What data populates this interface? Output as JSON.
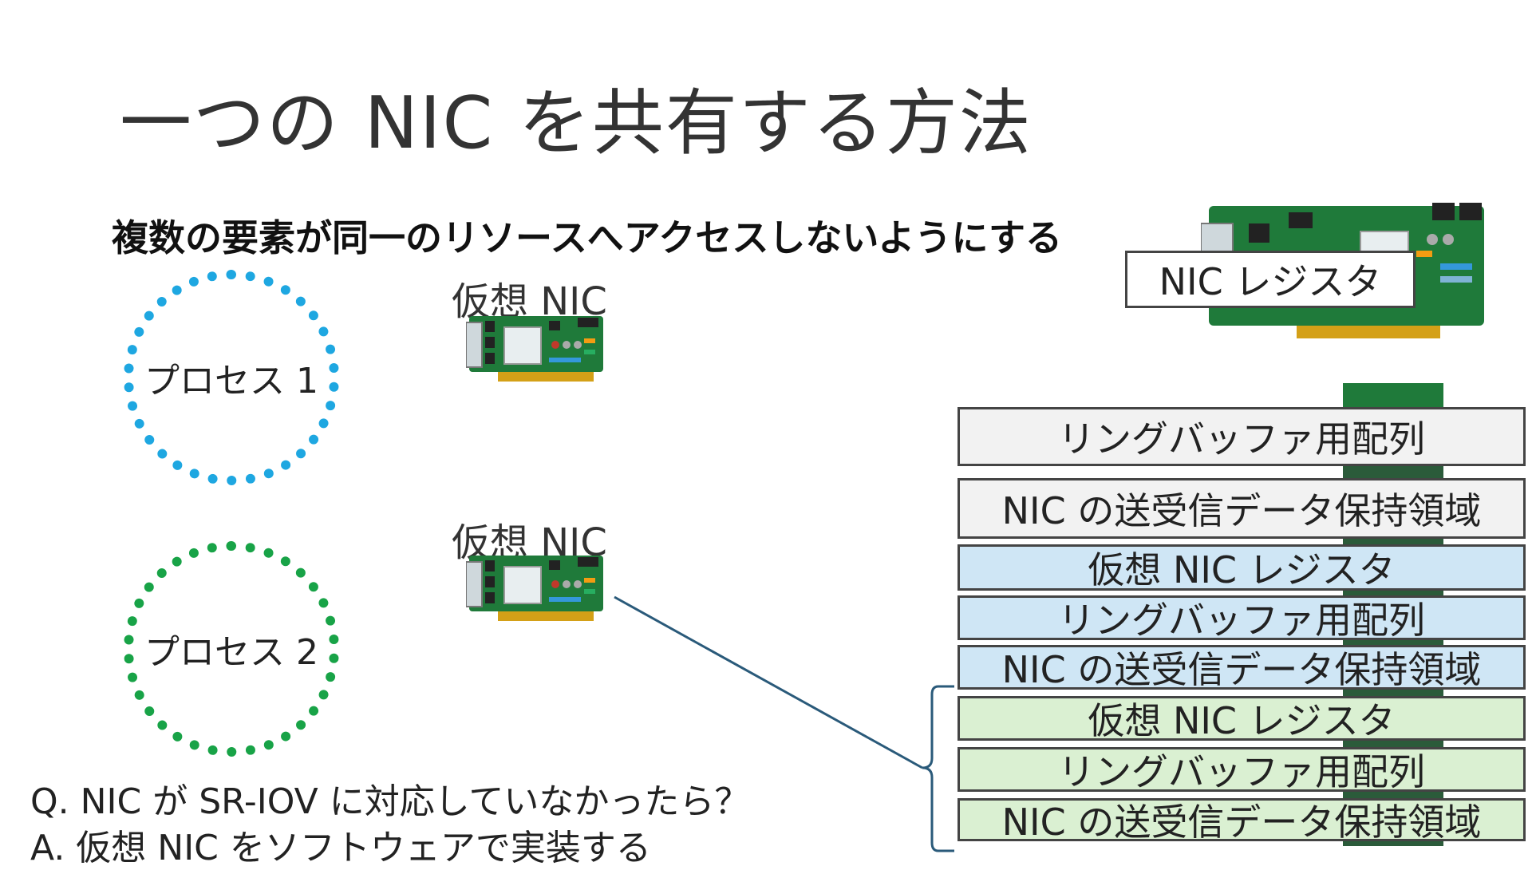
{
  "title": "一つの NIC を共有する方法",
  "subtitle": "複数の要素が同一のリソースへアクセスしないようにする",
  "processes": [
    {
      "label": "プロセス 1",
      "color": "#1ea7e1"
    },
    {
      "label": "プロセス 2",
      "color": "#18a347"
    }
  ],
  "virtual_nics": [
    {
      "label": "仮想 NIC"
    },
    {
      "label": "仮想 NIC"
    }
  ],
  "nic_register": "NIC レジスタ",
  "memory_blocks": [
    {
      "label": "リングバッファ用配列",
      "color": "#f2f2f2"
    },
    {
      "label": "NIC の送受信データ保持領域",
      "color": "#f2f2f2"
    },
    {
      "label": "仮想 NIC レジスタ",
      "color": "#cfe6f5"
    },
    {
      "label": "リングバッファ用配列",
      "color": "#cfe6f5"
    },
    {
      "label": "NIC の送受信データ保持領域",
      "color": "#cfe6f5"
    },
    {
      "label": "仮想 NIC レジスタ",
      "color": "#daf0d2"
    },
    {
      "label": "リングバッファ用配列",
      "color": "#daf0d2"
    },
    {
      "label": "NIC の送受信データ保持領域",
      "color": "#daf0d2"
    }
  ],
  "qa": {
    "question": "Q. NIC が SR-IOV に対応していなかったら？",
    "answer": "A. 仮想 NIC をソフトウェアで実装する"
  },
  "icons": [
    "nic-card-icon"
  ]
}
